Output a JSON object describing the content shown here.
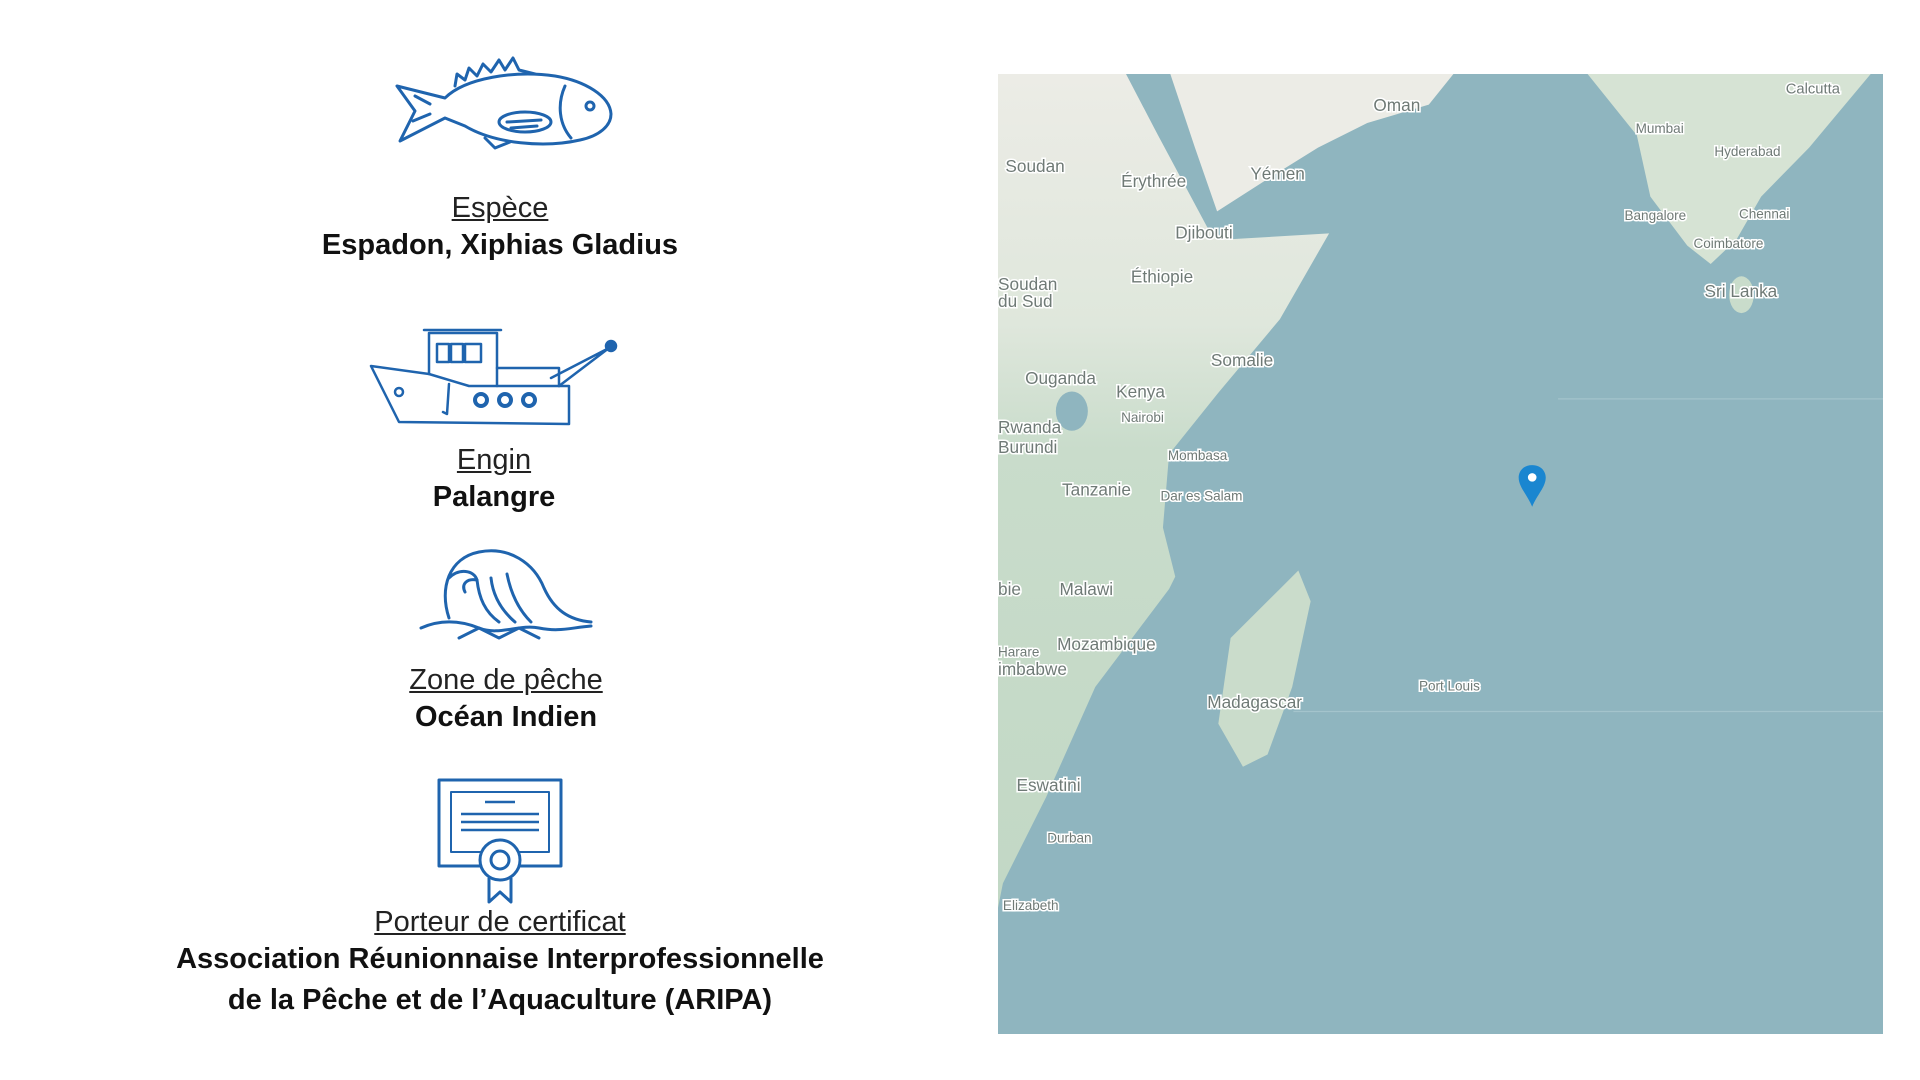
{
  "items": [
    {
      "icon": "fish-icon",
      "label": "Espèce",
      "value": "Espadon, Xiphias Gladius"
    },
    {
      "icon": "fishing-boat-icon",
      "label": "Engin",
      "value": "Palangre"
    },
    {
      "icon": "wave-icon",
      "label": "Zone de pêche",
      "value": "Océan Indien"
    },
    {
      "icon": "certificate-icon",
      "label": "Porteur de certificat",
      "value_lines": [
        "Association Réunionnaise Interprofessionnelle",
        "de la Pêche et de l’Aquaculture (ARIPA)"
      ]
    }
  ],
  "colors": {
    "icon": "#1f64ae",
    "water": "#8fb5bf",
    "land": "#ecece6",
    "land_green": "#c9dccb",
    "pin": "#1a86d0"
  },
  "map": {
    "labels": {
      "oman": "Oman",
      "soudan": "Soudan",
      "erythree": "Érythrée",
      "yemen": "Yémen",
      "djibouti": "Djibouti",
      "ethiopie": "Éthiopie",
      "soudan_sud_1": "Soudan",
      "soudan_sud_2": "du Sud",
      "somalie": "Somalie",
      "ouganda": "Ouganda",
      "kenya": "Kenya",
      "nairobi": "Nairobi",
      "rwanda": "Rwanda",
      "burundi": "Burundi",
      "mombasa": "Mombasa",
      "tanzanie": "Tanzanie",
      "dar": "Dar es Salam",
      "zambie": "bie",
      "malawi": "Malawi",
      "harare": "Harare",
      "mozambique": "Mozambique",
      "zimbabwe": "imbabwe",
      "madagascar": "Madagascar",
      "port_louis": "Port Louis",
      "eswatini": "Eswatini",
      "durban": "Durban",
      "elizabeth": "Elizabeth",
      "mumbai": "Mumbai",
      "hyderabad": "Hyderabad",
      "bangalore": "Bangalore",
      "chennai": "Chennai",
      "coimbatore": "Coimbatore",
      "sri_lanka": "Sri Lanka",
      "calcutta": "Calcutta"
    },
    "marker": {
      "icon": "map-pin-icon"
    }
  }
}
